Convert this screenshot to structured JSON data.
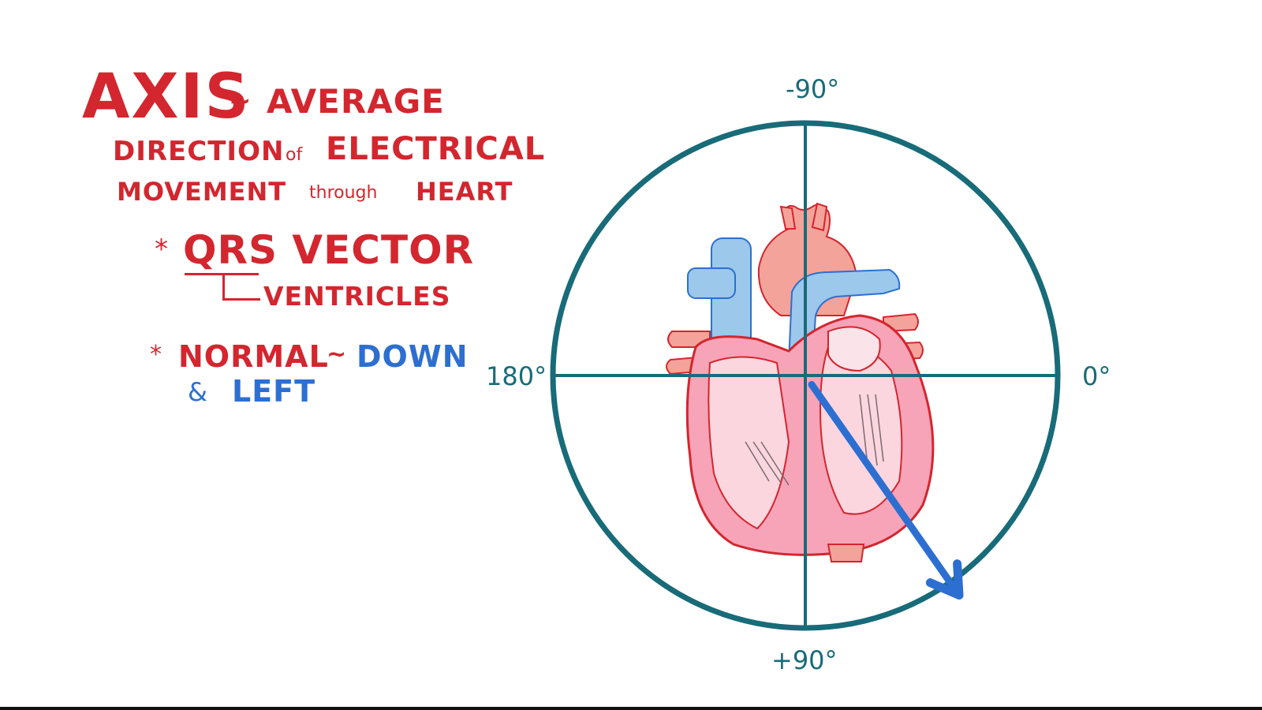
{
  "heading": {
    "title": "AXIS",
    "tilde": "~",
    "subtitle": "AVERAGE"
  },
  "definition": {
    "line1_a": "DIRECTION",
    "line1_b": "of",
    "line1_c": "ELECTRICAL",
    "line2_a": "MOVEMENT",
    "line2_b": "through",
    "line2_c": "HEART"
  },
  "bullets": {
    "star": "*",
    "qrs": "QRS VECTOR",
    "ventricles": "VENTRICLES",
    "normal": "NORMAL",
    "tilde": "~",
    "down": "DOWN",
    "amp": "&",
    "left": "LEFT"
  },
  "axis_labels": {
    "top": "-90°",
    "left": "180°",
    "right": "0°",
    "bottom": "+90°"
  },
  "colors": {
    "red_text": "#d3262e",
    "blue_text": "#2d6fd1",
    "circle": "#186b78",
    "arrow": "#2d6fd1",
    "heart_body": "#f7a3b8",
    "vessel_blue": "#9cc8ec",
    "aorta": "#f4a39a"
  },
  "qrs_vector": {
    "angle_degrees": 55
  }
}
